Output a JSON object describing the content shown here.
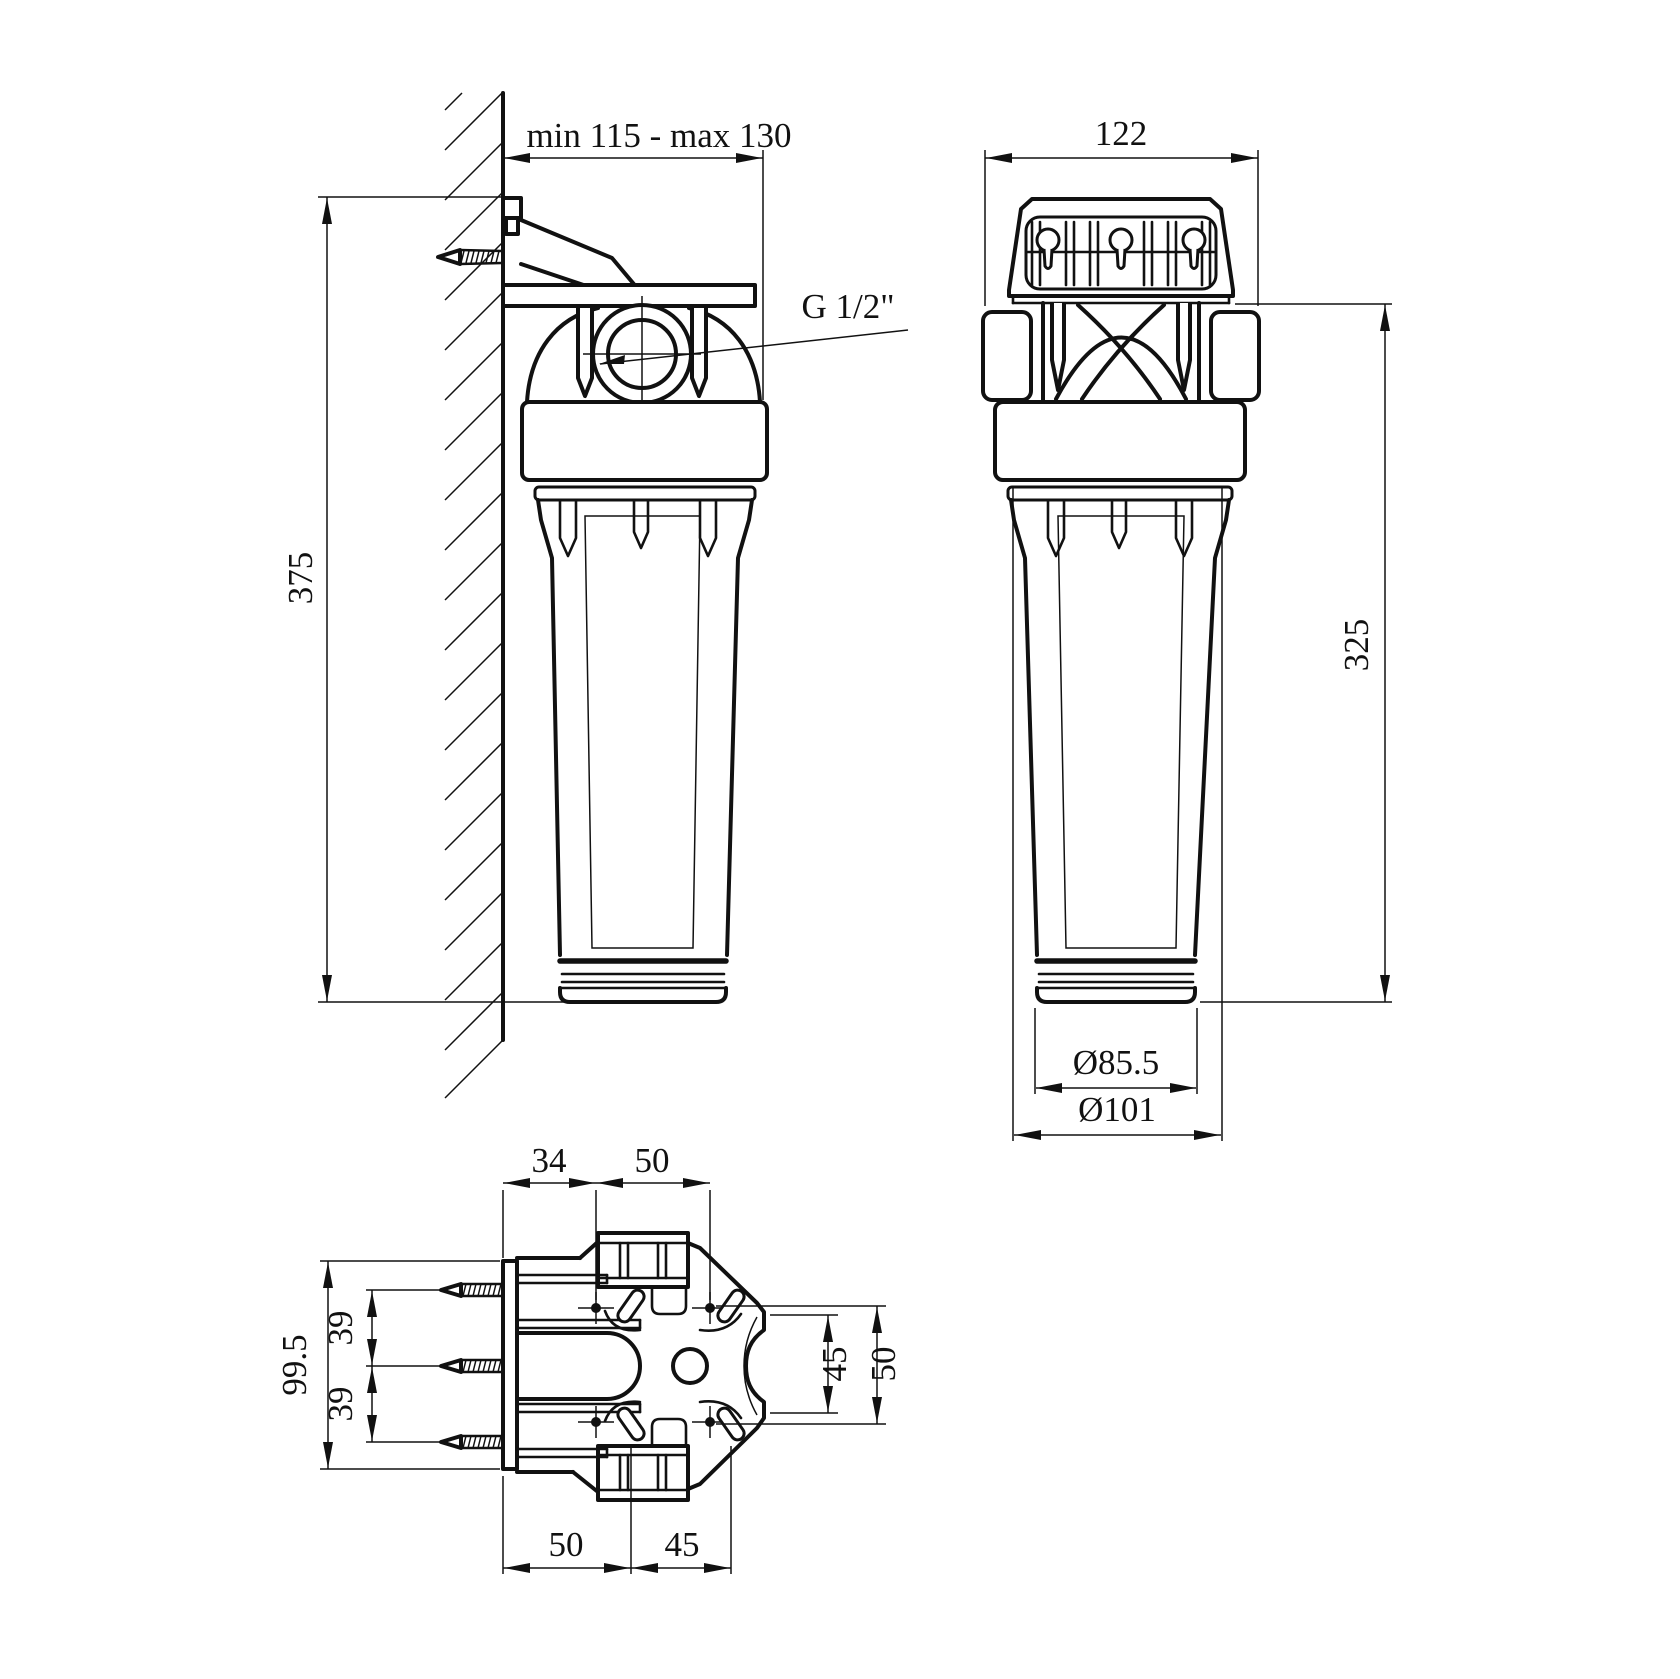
{
  "page": {
    "background": "#ffffff",
    "line_color": "#111111"
  },
  "side_view": {
    "dim_wall_distance": "min 115 - max 130",
    "dim_overall_height": "375",
    "thread_label": "G 1/2\""
  },
  "front_view": {
    "dim_head_width": "122",
    "dim_body_height": "325",
    "dim_sump_diameter": "Ø85.5",
    "dim_collar_diameter": "Ø101"
  },
  "top_view": {
    "dim_plate_to_holes": "34",
    "dim_holes_to_axis": "50",
    "dim_plate_height": "99.5",
    "dim_screw_pitch_upper": "39",
    "dim_screw_pitch_lower": "39",
    "dim_flat_edge": "45",
    "dim_hole_pitch": "50",
    "dim_plate_to_slot": "50",
    "dim_slot_pitch": "45"
  }
}
